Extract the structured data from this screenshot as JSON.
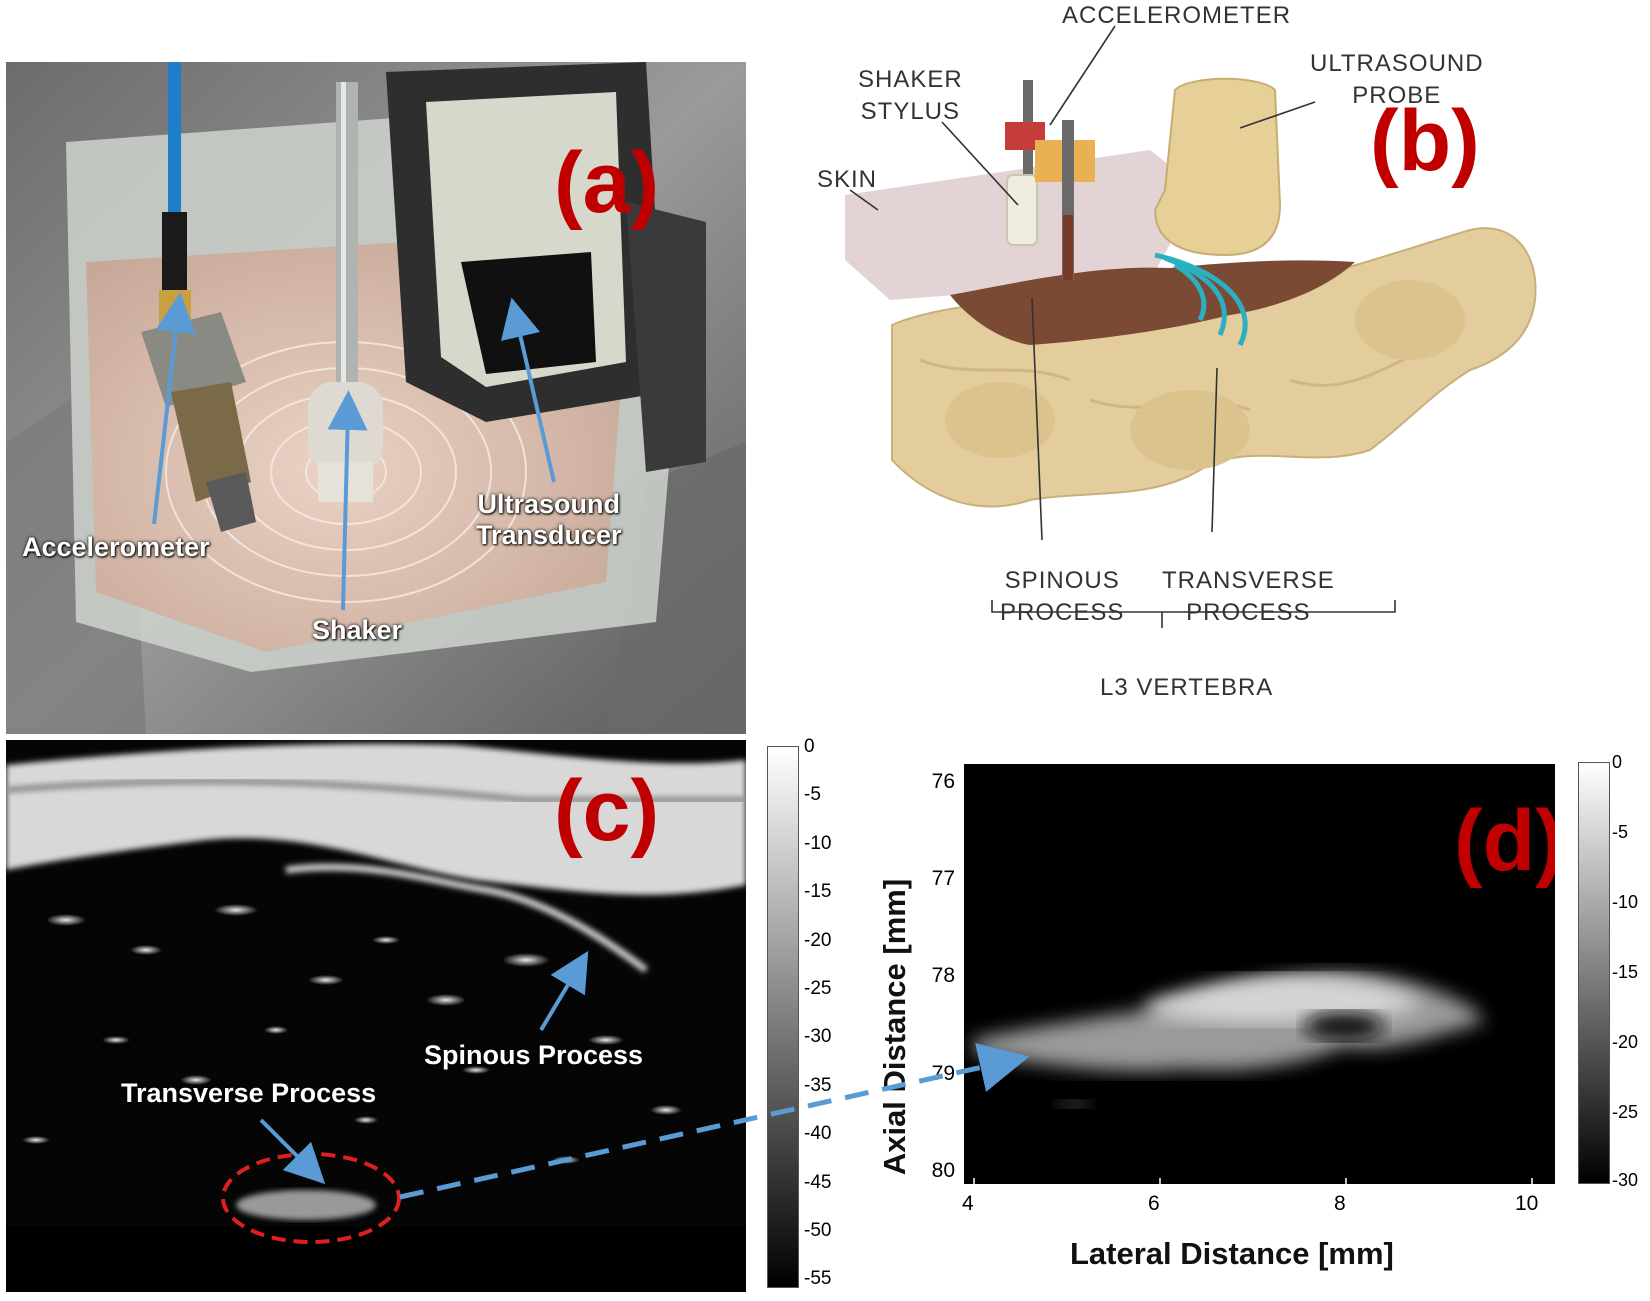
{
  "panel_a": {
    "tag": "(a)",
    "labels": {
      "accelerometer": "Accelerometer",
      "shaker": "Shaker",
      "transducer_line1": "Ultrasound",
      "transducer_line2": "Transducer"
    }
  },
  "panel_b": {
    "tag": "(b)",
    "labels": {
      "accelerometer": "ACCELEROMETER",
      "shaker_stylus_line1": "SHAKER",
      "shaker_stylus_line2": "STYLUS",
      "ultrasound_probe_line1": "ULTRASOUND",
      "ultrasound_probe_line2": "PROBE",
      "skin": "SKIN",
      "spinous_line1": "SPINOUS",
      "spinous_line2": "PROCESS",
      "transverse_line1": "TRANSVERSE",
      "transverse_line2": "PROCESS",
      "vertebra": "L3 VERTEBRA"
    }
  },
  "panel_c": {
    "tag": "(c)",
    "labels": {
      "spinous": "Spinous Process",
      "transverse": "Transverse Process"
    },
    "colorbar_ticks": [
      "0",
      "-5",
      "-10",
      "-15",
      "-20",
      "-25",
      "-30",
      "-35",
      "-40",
      "-45",
      "-50",
      "-55"
    ]
  },
  "panel_d": {
    "tag": "(d)",
    "xlabel": "Lateral Distance [mm]",
    "ylabel": "Axial Distance [mm]",
    "xticks": [
      "4",
      "6",
      "8",
      "10"
    ],
    "yticks": [
      "76",
      "77",
      "78",
      "79",
      "80"
    ],
    "colorbar_ticks": [
      "0",
      "-5",
      "-10",
      "-15",
      "-20",
      "-25",
      "-30"
    ]
  },
  "colors": {
    "tag_red": "#c00000",
    "arrow_blue": "#5b9bd5",
    "ellipse_red": "#e02020",
    "bone": "#e3cd9c",
    "tissue": "#7a4a35",
    "wave_cyan": "#2ab0c0"
  }
}
